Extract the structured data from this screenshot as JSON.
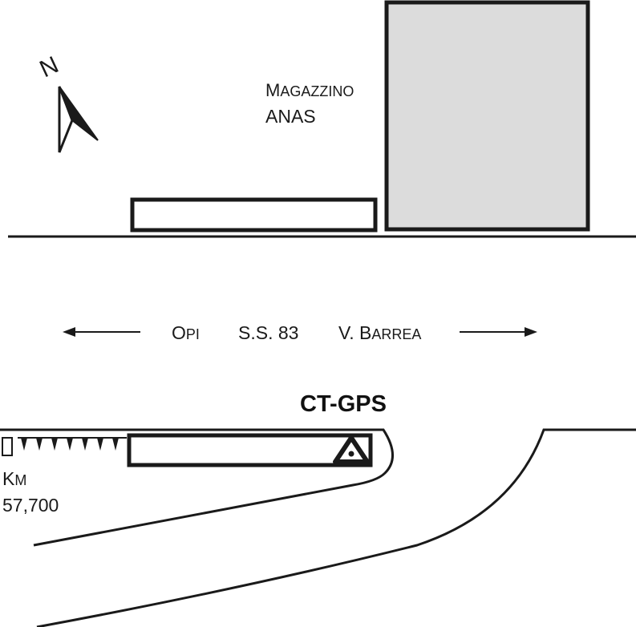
{
  "map": {
    "compass": {
      "letter": "N",
      "icon": "north-arrow-icon"
    },
    "building": {
      "line1": "Magazzino",
      "line2": "ANAS"
    },
    "road": {
      "left_direction": "Opi",
      "name": "S.S. 83",
      "right_direction": "V. Barrea"
    },
    "station": {
      "code": "CT-GPS",
      "icon": "benchmark-triangle-icon"
    },
    "kilometer": {
      "label": "Km",
      "value": "57,700"
    },
    "colors": {
      "building_fill": "#dcdcdc",
      "stroke": "#1a1a1a",
      "background": "#ffffff"
    }
  }
}
